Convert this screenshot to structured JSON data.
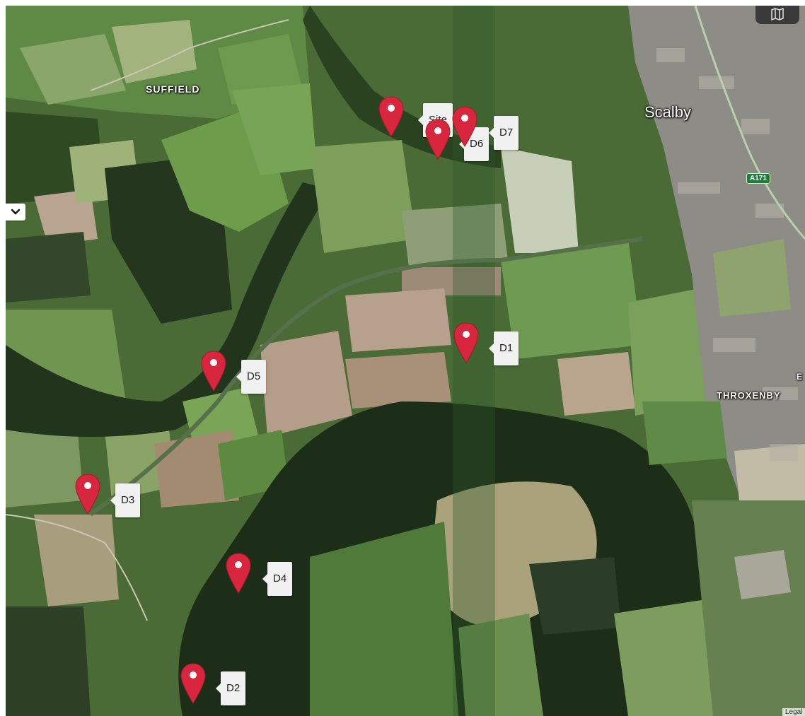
{
  "map": {
    "place_labels": {
      "suffield": "SUFFIELD",
      "scalby": "Scalby",
      "throxenby": "THROXENBY",
      "edge_partial": "E"
    },
    "road_shield": "A171",
    "markers": [
      {
        "id": "site",
        "label": "Site"
      },
      {
        "id": "d1",
        "label": "D1"
      },
      {
        "id": "d2",
        "label": "D2"
      },
      {
        "id": "d3",
        "label": "D3"
      },
      {
        "id": "d4",
        "label": "D4"
      },
      {
        "id": "d5",
        "label": "D5"
      },
      {
        "id": "d6",
        "label": "D6"
      },
      {
        "id": "d7",
        "label": "D7"
      }
    ],
    "attribution": "Legal",
    "icons": {
      "layer_toggle": "map-layers-icon",
      "panel_toggle": "chevron-down-icon",
      "marker": "map-pin-icon"
    },
    "colors": {
      "marker": "#d7263d",
      "marker_dot": "#ffffff",
      "label_bg": "#f1f1f1",
      "road_shield": "#1e7f3d"
    }
  }
}
